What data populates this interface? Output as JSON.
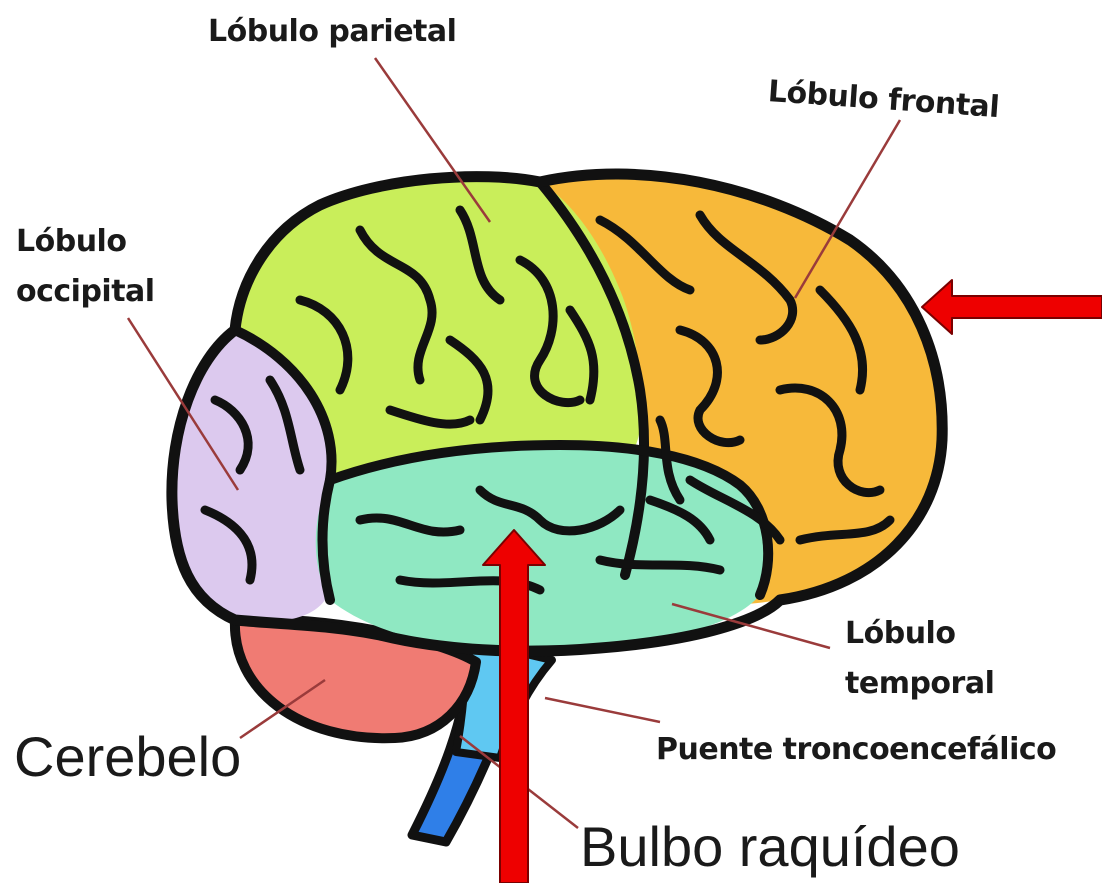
{
  "labels": {
    "parietal": "Lóbulo parietal",
    "frontal": "Lóbulo frontal",
    "occipital_line1": "Lóbulo",
    "occipital_line2": "occipital",
    "temporal_line1": "Lóbulo",
    "temporal_line2": "temporal",
    "cerebelo": "Cerebelo",
    "puente": "Puente troncoencefálico",
    "bulbo": "Bulbo raquídeo"
  },
  "colors": {
    "parietal": "#c9ee5a",
    "frontal": "#f7b93a",
    "occipital": "#dcc9ee",
    "temporal": "#8fe8c2",
    "cerebellum": "#f07b73",
    "pons": "#5fc8f2",
    "medulla": "#2f7fe8",
    "outline": "#111111",
    "leader_line": "#9a3b3b",
    "arrow": "#ee0000"
  }
}
